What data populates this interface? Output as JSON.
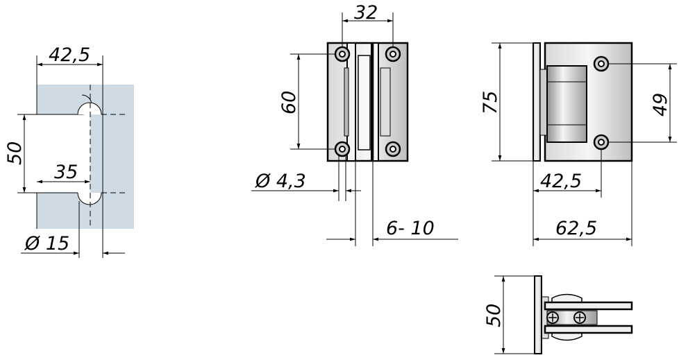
{
  "colors": {
    "glass": "#cfdbe4",
    "metal_light": "#eeeeee",
    "metal_dark": "#9a9a9a",
    "line": "#000000"
  },
  "glass_cutout_view": {
    "dim_width": "42,5",
    "dim_slot_spacing": "50",
    "dim_slot_depth": "35",
    "dim_slot_diameter": "Ø 15"
  },
  "front_view": {
    "dim_hole_spacing_h": "32",
    "dim_hole_spacing_v": "60",
    "dim_hole_diameter": "Ø 4,3",
    "dim_glass_thickness": "6- 10"
  },
  "side_view": {
    "dim_height": "75",
    "dim_hole_spacing": "49",
    "dim_hole_offset": "42,5",
    "dim_total_width": "62,5"
  },
  "top_view": {
    "dim_depth": "50"
  }
}
